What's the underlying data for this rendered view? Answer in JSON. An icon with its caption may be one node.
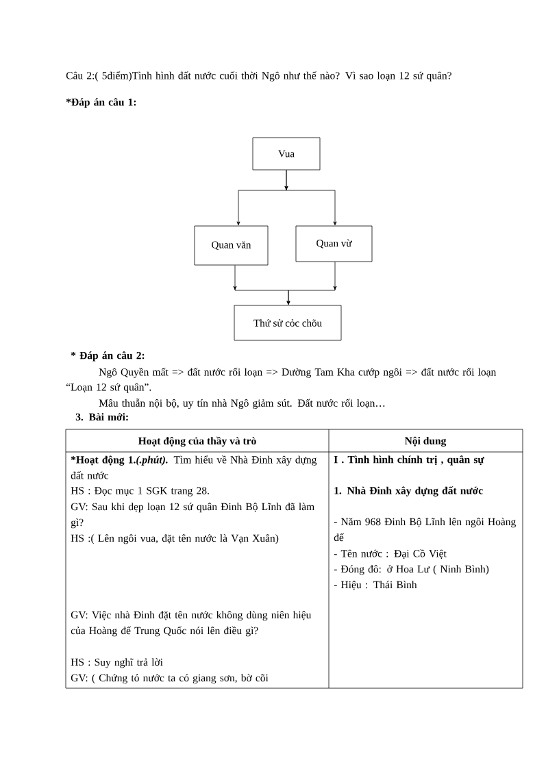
{
  "diagram": {
    "nodes": [
      {
        "text": [
          "Vua"
        ]
      },
      {
        "text": [
          "Quan văn"
        ]
      },
      {
        "text": [
          "Quan  vừ"
        ]
      },
      {
        "text": [
          "Thứ sử cỏc chõu"
        ]
      }
    ],
    "edges": [
      {
        "from": 0,
        "to": 1,
        "arrow": "to"
      },
      {
        "from": 0,
        "to": 2,
        "arrow": "to"
      },
      {
        "from": 1,
        "to": 3,
        "arrow": "to"
      },
      {
        "from": 2,
        "to": 3,
        "arrow": "to"
      }
    ],
    "labels": [
      "Câu 2:( 5điểm)Tình hình đất nước cuối thời Ngô như thế nào? Vì sao loạn 12 sứ quân?",
      "*Đáp án câu 1:",
      "* Đáp án câu 2:",
      "Ngô Quyền mất => đất nước rối loạn => Dường Tam Kha cướp ngôi =>  đất nước rối loạn “Loạn 12 sứ quân”.",
      "Mâu thuẫn nội bộ, uy tín nhà Ngô giảm sút. Đất nước rối loạn…",
      "3. Bài mới:",
      "Hoạt động của thầy và trò",
      "Nội dung",
      "*Hoạt động 1.",
      "(.phút).",
      "Tìm hiểu về Nhà Đinh xây dựng đất nước",
      "HS : Đọc mục 1 SGK trang 28.",
      "GV: Sau khi dẹp loạn 12 sứ quân Đinh Bộ Lĩnh đã làm gì?",
      "HS :( Lên ngôi vua, đặt tên nước là Vạn Xuân)",
      "GV: Việc nhà Đinh đặt tên nước không dùng niên hiệu của Hoàng đế Trung Quốc nói lên điều gì?",
      "HS : Suy nghĩ trả lời",
      "GV: ( Chứng tỏ nước ta có giang sơn, bờ cõi",
      "I . Tình hình chính trị , quân sự",
      "1. Nhà Đinh xây dựng đất nước",
      "- Năm  968 Đinh Bộ Lĩnh lên ngôi Hoàng đế",
      "- Tên nước : Đại Cồ Việt",
      "- Đóng đô: ở Hoa Lư ( Ninh Bình)",
      "- Hiệu : Thái Bình"
    ]
  }
}
